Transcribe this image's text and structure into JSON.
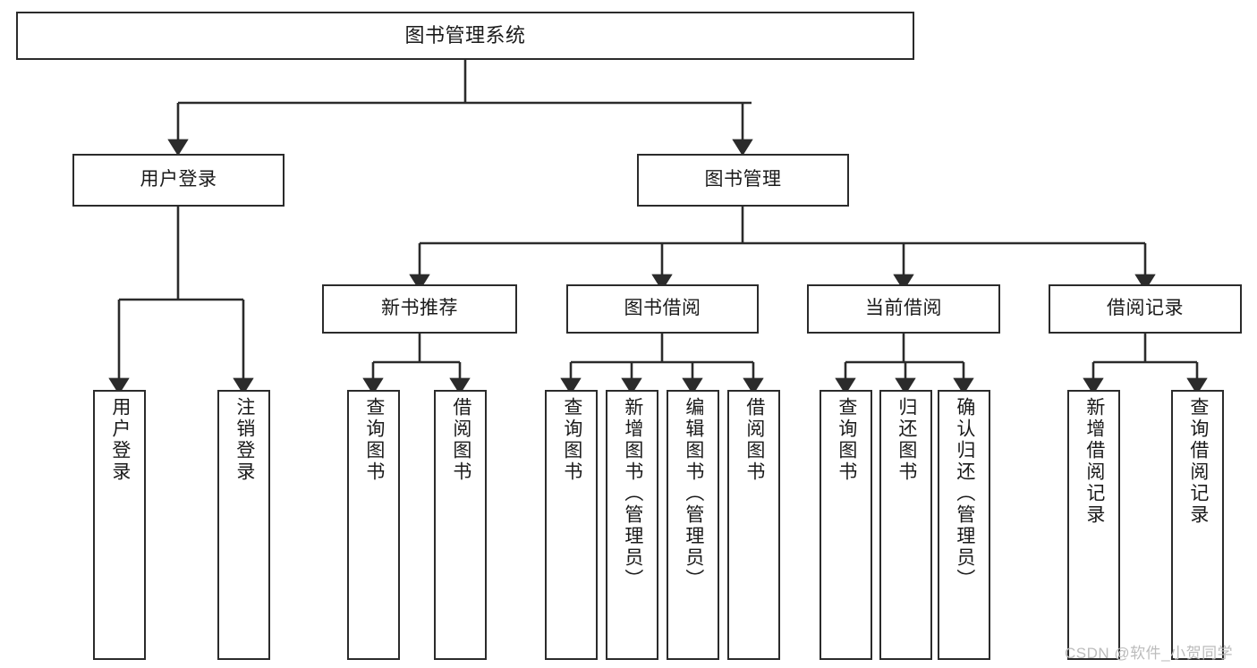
{
  "diagram": {
    "type": "tree-hierarchy",
    "title": "图书管理系统",
    "watermark": "CSDN @软件_小贺同学",
    "colors": {
      "box_border": "#2b2b2b",
      "box_fill": "#ffffff",
      "edge": "#2b2b2b",
      "text": "#1a1a1a",
      "watermark": "#bcbcbc",
      "background": "#ffffff"
    },
    "levels": {
      "root": "图书管理系统",
      "level2": [
        "用户登录",
        "图书管理"
      ],
      "level3": [
        "新书推荐",
        "图书借阅",
        "当前借阅",
        "借阅记录"
      ]
    },
    "nodes": {
      "root": {
        "label": "图书管理系统"
      },
      "user_login": {
        "label": "用户登录"
      },
      "book_manage": {
        "label": "图书管理"
      },
      "new_book_rec": {
        "label": "新书推荐"
      },
      "book_borrow": {
        "label": "图书借阅"
      },
      "current_borrow": {
        "label": "当前借阅"
      },
      "borrow_record": {
        "label": "借阅记录"
      },
      "leaf_01": {
        "label": "用户登录"
      },
      "leaf_02": {
        "label": "注销登录"
      },
      "leaf_03": {
        "label": "查询图书"
      },
      "leaf_04": {
        "label": "借阅图书"
      },
      "leaf_05": {
        "label": "查询图书"
      },
      "leaf_06": {
        "label": "新增图书（管理员）"
      },
      "leaf_07": {
        "label": "编辑图书（管理员）"
      },
      "leaf_08": {
        "label": "借阅图书"
      },
      "leaf_09": {
        "label": "查询图书"
      },
      "leaf_10": {
        "label": "归还图书"
      },
      "leaf_11": {
        "label": "确认归还（管理员）"
      },
      "leaf_12": {
        "label": "新增借阅记录"
      },
      "leaf_13": {
        "label": "查询借阅记录"
      }
    },
    "edges": [
      {
        "from": "root",
        "to": "user_login"
      },
      {
        "from": "root",
        "to": "book_manage"
      },
      {
        "from": "user_login",
        "to": "leaf_01"
      },
      {
        "from": "user_login",
        "to": "leaf_02"
      },
      {
        "from": "book_manage",
        "to": "new_book_rec"
      },
      {
        "from": "book_manage",
        "to": "book_borrow"
      },
      {
        "from": "book_manage",
        "to": "current_borrow"
      },
      {
        "from": "book_manage",
        "to": "borrow_record"
      },
      {
        "from": "new_book_rec",
        "to": "leaf_03"
      },
      {
        "from": "new_book_rec",
        "to": "leaf_04"
      },
      {
        "from": "book_borrow",
        "to": "leaf_05"
      },
      {
        "from": "book_borrow",
        "to": "leaf_06"
      },
      {
        "from": "book_borrow",
        "to": "leaf_07"
      },
      {
        "from": "book_borrow",
        "to": "leaf_08"
      },
      {
        "from": "current_borrow",
        "to": "leaf_09"
      },
      {
        "from": "current_borrow",
        "to": "leaf_10"
      },
      {
        "from": "current_borrow",
        "to": "leaf_11"
      },
      {
        "from": "borrow_record",
        "to": "leaf_12"
      },
      {
        "from": "borrow_record",
        "to": "leaf_13"
      }
    ]
  }
}
